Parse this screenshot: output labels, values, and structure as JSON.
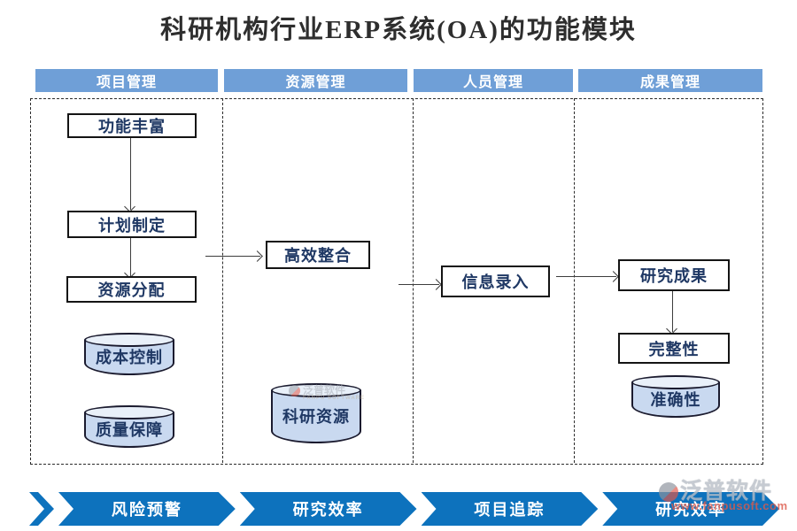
{
  "title": "科研机构行业ERP系统(OA)的功能模块",
  "headers": [
    "项目管理",
    "资源管理",
    "人员管理",
    "成果管理"
  ],
  "col1": {
    "box1": "功能丰富",
    "box2": "计划制定",
    "box3": "资源分配",
    "cyl1": "成本控制",
    "cyl2": "质量保障"
  },
  "col2": {
    "box1": "高效整合",
    "cyl1": "科研资源"
  },
  "col3": {
    "box1": "信息录入"
  },
  "col4": {
    "box1": "研究成果",
    "box2": "完整性",
    "cyl1": "准确性"
  },
  "footer": {
    "chevrons": [
      "风险预警",
      "研究效率",
      "项目追踪",
      "研究效率"
    ]
  },
  "watermark": {
    "brand": "泛普软件",
    "brand_en": "FANPU SOFTWARE",
    "url": "www.fanpusoft.com"
  },
  "colors": {
    "header_blue": "#6f9fd7",
    "chevron_blue": "#0d72bd",
    "box_text_navy": "#1f3864",
    "cylinder_fill": "#c9d9f0",
    "watermark_red": "#dd5a4a"
  }
}
